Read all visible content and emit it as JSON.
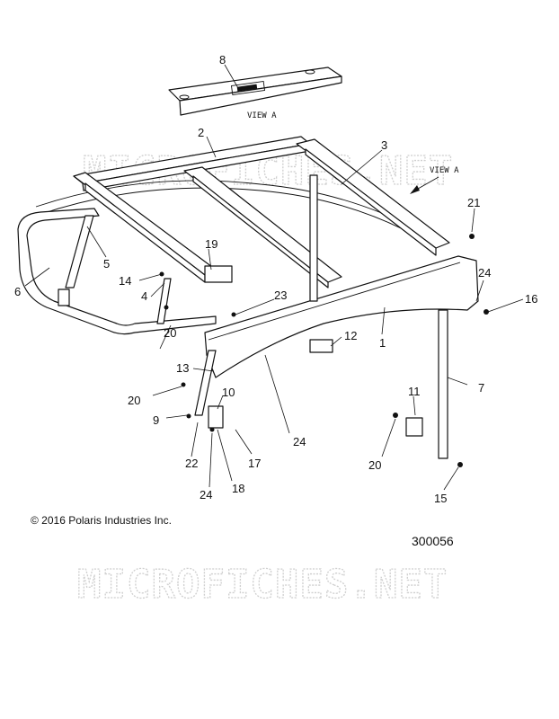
{
  "diagram": {
    "callouts": [
      {
        "n": "1"
      },
      {
        "n": "2"
      },
      {
        "n": "3"
      },
      {
        "n": "4"
      },
      {
        "n": "5"
      },
      {
        "n": "6"
      },
      {
        "n": "7"
      },
      {
        "n": "8"
      },
      {
        "n": "9"
      },
      {
        "n": "10"
      },
      {
        "n": "11"
      },
      {
        "n": "12"
      },
      {
        "n": "13"
      },
      {
        "n": "14"
      },
      {
        "n": "15"
      },
      {
        "n": "16"
      },
      {
        "n": "17"
      },
      {
        "n": "18"
      },
      {
        "n": "19"
      },
      {
        "n": "20"
      },
      {
        "n": "20"
      },
      {
        "n": "20"
      },
      {
        "n": "21"
      },
      {
        "n": "22"
      },
      {
        "n": "23"
      },
      {
        "n": "24"
      },
      {
        "n": "24"
      },
      {
        "n": "24"
      }
    ],
    "view_label_top": "VIEW A",
    "view_label_arrow": "VIEW A",
    "watermark": "MICROFICHES.NET"
  },
  "footer": {
    "copyright": "© 2016 Polaris Industries Inc.",
    "diagram_number": "300056"
  },
  "colors": {
    "ink": "#111111",
    "watermark": "#cfcfcf",
    "background": "#ffffff"
  }
}
